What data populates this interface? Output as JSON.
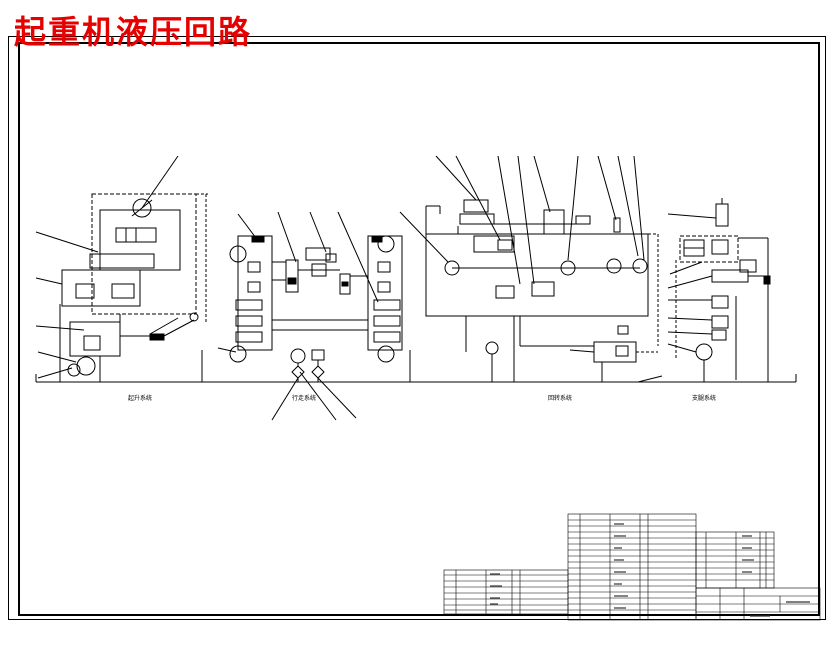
{
  "header": {
    "title": "起重机液压回路"
  },
  "schematic": {
    "section_captions": [
      "起升系统",
      "行走系统",
      "回转系统",
      "支腿系统"
    ]
  },
  "colors": {
    "title": "#e60000",
    "line": "#000000",
    "background": "#ffffff"
  }
}
